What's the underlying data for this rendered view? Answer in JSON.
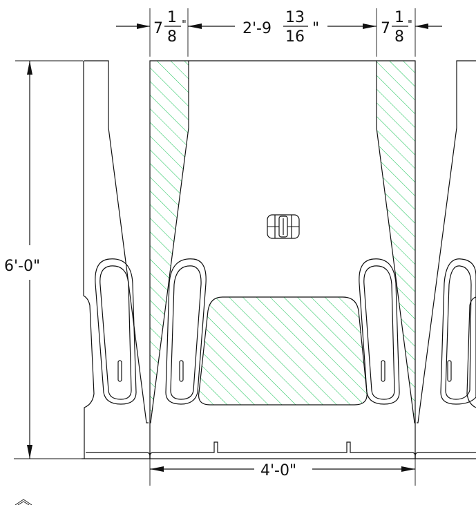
{
  "dimensions": {
    "top_left_whole": "7",
    "top_left_num": "1",
    "top_left_den": "8",
    "top_left_mark": "\"",
    "top_center_prefix": "2'-9",
    "top_center_num": "13",
    "top_center_den": "16",
    "top_center_mark": "\"",
    "top_right_whole": "7",
    "top_right_num": "1",
    "top_right_den": "8",
    "top_right_mark": "\"",
    "height": "6'-0\"",
    "bottom_width": "4'-0\""
  },
  "colors": {
    "line": "#111111",
    "hatch": "#22c55e",
    "background": "#ffffff"
  },
  "icons": {
    "barrier_clip": "connector-clip-icon",
    "corner_mark": "caret-icon"
  }
}
